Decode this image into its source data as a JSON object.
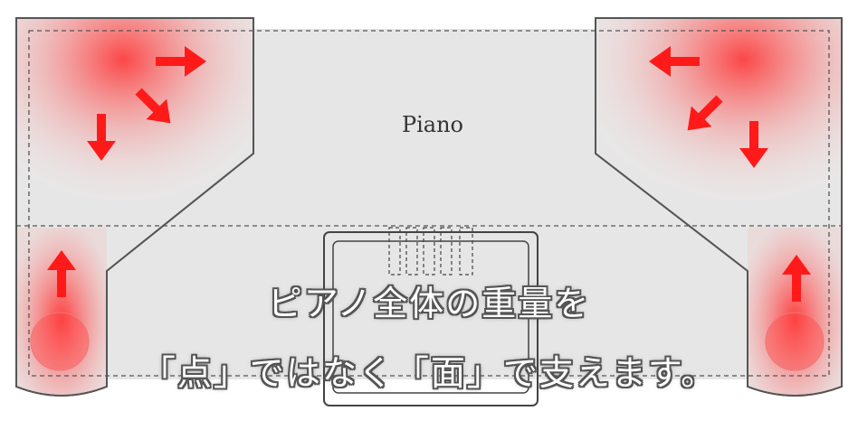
{
  "diagram": {
    "label": "Piano",
    "caption_line_1": "ピアノ全体の重量を",
    "caption_line_2": "「点」ではなく「面」で支えます。"
  },
  "colors": {
    "body_fill": "#e6e6e6",
    "outline": "#555555",
    "pressure_red": "#ff3b3b",
    "arrow_red": "#ff1a1a"
  },
  "arrows": {
    "top_left": [
      "arrow-right",
      "arrow-down-right",
      "arrow-down"
    ],
    "top_right": [
      "arrow-left",
      "arrow-down-left",
      "arrow-down"
    ],
    "bottom_left": [
      "arrow-up"
    ],
    "bottom_right": [
      "arrow-up"
    ]
  }
}
